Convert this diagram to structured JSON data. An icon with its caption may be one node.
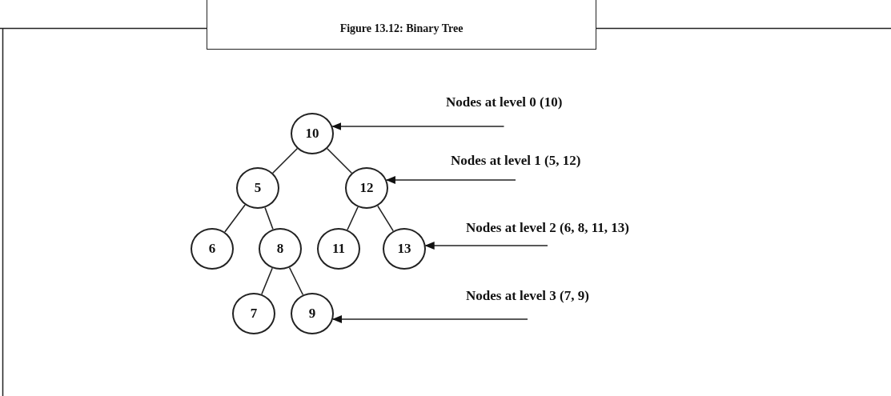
{
  "diagram": {
    "title": "Figure 13.12: Binary Tree",
    "nodes": [
      {
        "text": [
          "10"
        ]
      },
      {
        "text": [
          "5"
        ]
      },
      {
        "text": [
          "12"
        ]
      },
      {
        "text": [
          "6"
        ]
      },
      {
        "text": [
          "8"
        ]
      },
      {
        "text": [
          "11"
        ]
      },
      {
        "text": [
          "13"
        ]
      },
      {
        "text": [
          "7"
        ]
      },
      {
        "text": [
          "9"
        ]
      },
      {
        "text": [
          "Nodes at level 0 (10)"
        ]
      },
      {
        "text": [
          "Nodes at level 1 (5, 12)"
        ]
      },
      {
        "text": [
          "Nodes at level 2 (6, 8, 11, 13)"
        ]
      },
      {
        "text": [
          "Nodes at level 3 (7, 9)"
        ]
      }
    ],
    "edges": [
      {
        "from": 0,
        "to": 1,
        "arrow": "none"
      },
      {
        "from": 0,
        "to": 2,
        "arrow": "none"
      },
      {
        "from": 1,
        "to": 3,
        "arrow": "none"
      },
      {
        "from": 1,
        "to": 4,
        "arrow": "none"
      },
      {
        "from": 2,
        "to": 5,
        "arrow": "none"
      },
      {
        "from": 2,
        "to": 6,
        "arrow": "none"
      },
      {
        "from": 4,
        "to": 7,
        "arrow": "none"
      },
      {
        "from": 4,
        "to": 8,
        "arrow": "none"
      },
      {
        "from": 9,
        "to": 0,
        "arrow": "to"
      },
      {
        "from": 10,
        "to": 2,
        "arrow": "to"
      },
      {
        "from": 11,
        "to": 6,
        "arrow": "to"
      },
      {
        "from": 12,
        "to": 8,
        "arrow": "to"
      }
    ]
  }
}
